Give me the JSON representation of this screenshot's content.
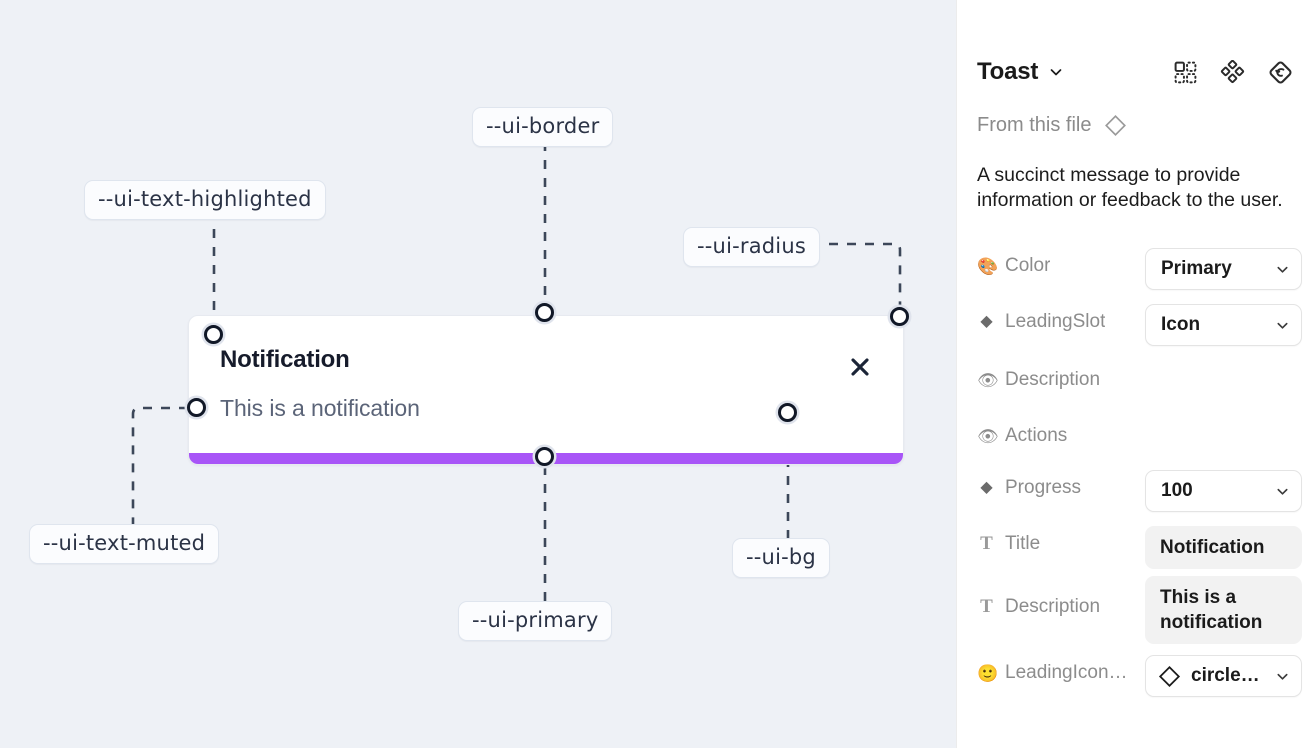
{
  "canvas": {
    "background_color": "#eef1f6",
    "toast": {
      "title": "Notification",
      "description": "This is a notification",
      "close_icon": "close-x-icon",
      "progress_color": "#a855f7",
      "background_color": "#ffffff"
    },
    "annotations": [
      {
        "id": "ui-border",
        "label": "--ui-border"
      },
      {
        "id": "ui-text-highlighted",
        "label": "--ui-text-highlighted"
      },
      {
        "id": "ui-radius",
        "label": "--ui-radius"
      },
      {
        "id": "ui-text-muted",
        "label": "--ui-text-muted"
      },
      {
        "id": "ui-bg",
        "label": "--ui-bg"
      },
      {
        "id": "ui-primary",
        "label": "--ui-primary"
      }
    ]
  },
  "panel": {
    "header": {
      "title": "Toast",
      "caret_icon": "chevron-down-icon",
      "icons": [
        {
          "name": "component-grid-icon"
        },
        {
          "name": "variants-cluster-icon"
        },
        {
          "name": "reset-diamond-icon"
        }
      ]
    },
    "source": {
      "label": "From this file",
      "icon": "diamond-outline-icon"
    },
    "summary": "A succinct message to provide information or feedback to the user.",
    "properties": [
      {
        "name": "Color",
        "icon": "palette-emoji",
        "icon_glyph": "🎨",
        "control": "select",
        "value": "Primary"
      },
      {
        "name": "LeadingSlot",
        "icon": "diamond-filled",
        "icon_glyph": "◆",
        "control": "select",
        "value": "Icon"
      },
      {
        "name": "Description",
        "icon": "eye-emoji",
        "icon_glyph": "👁",
        "control": "switch",
        "value": "on"
      },
      {
        "name": "Actions",
        "icon": "eye-emoji",
        "icon_glyph": "👁",
        "control": "switch",
        "value": "on"
      },
      {
        "name": "Progress",
        "icon": "diamond-filled",
        "icon_glyph": "◆",
        "control": "select",
        "value": "100"
      },
      {
        "name": "Title",
        "icon": "text-type-glyph",
        "icon_glyph": "T",
        "control": "text",
        "value": "Notification"
      },
      {
        "name": "Description",
        "icon": "text-type-glyph",
        "icon_glyph": "T",
        "control": "text",
        "value": "This is a notification"
      },
      {
        "name": "LeadingIcon…",
        "icon": "smiley-emoji",
        "icon_glyph": "🙂",
        "control": "select-icon",
        "value": "circle…"
      }
    ],
    "toggle_on_color": "#1a9afe"
  }
}
